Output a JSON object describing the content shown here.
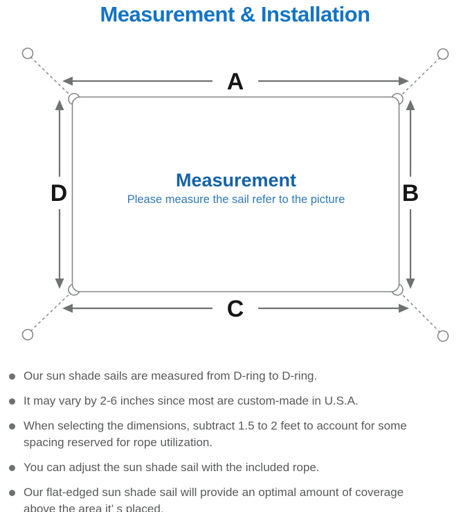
{
  "title": "Measurement & Installation",
  "diagram": {
    "labels": {
      "a": "A",
      "b": "B",
      "c": "C",
      "d": "D"
    },
    "center": {
      "heading": "Measurement",
      "subheading": "Please measure the sail refer to the picture"
    },
    "colors": {
      "line_gray": "#848689",
      "arrow_gray": "#6f7173",
      "label_black": "#161616",
      "heading_blue": "#1562a8",
      "subtitle_blue": "#2d79b8",
      "title_blue": "#1374c4"
    }
  },
  "notes": {
    "items": [
      {
        "text": "Our sun shade sails are measured from D-ring to D-ring."
      },
      {
        "text": "It may vary by 2-6 inches since most are custom-made in U.S.A."
      },
      {
        "text": "When selecting the dimensions, subtract 1.5 to 2 feet to account for some spacing reserved for rope utilization."
      },
      {
        "text": "You can adjust the sun shade sail with the included rope."
      },
      {
        "text": "Our flat-edged sun shade sail will provide an optimal amount of coverage above the area it’ s placed."
      }
    ]
  }
}
